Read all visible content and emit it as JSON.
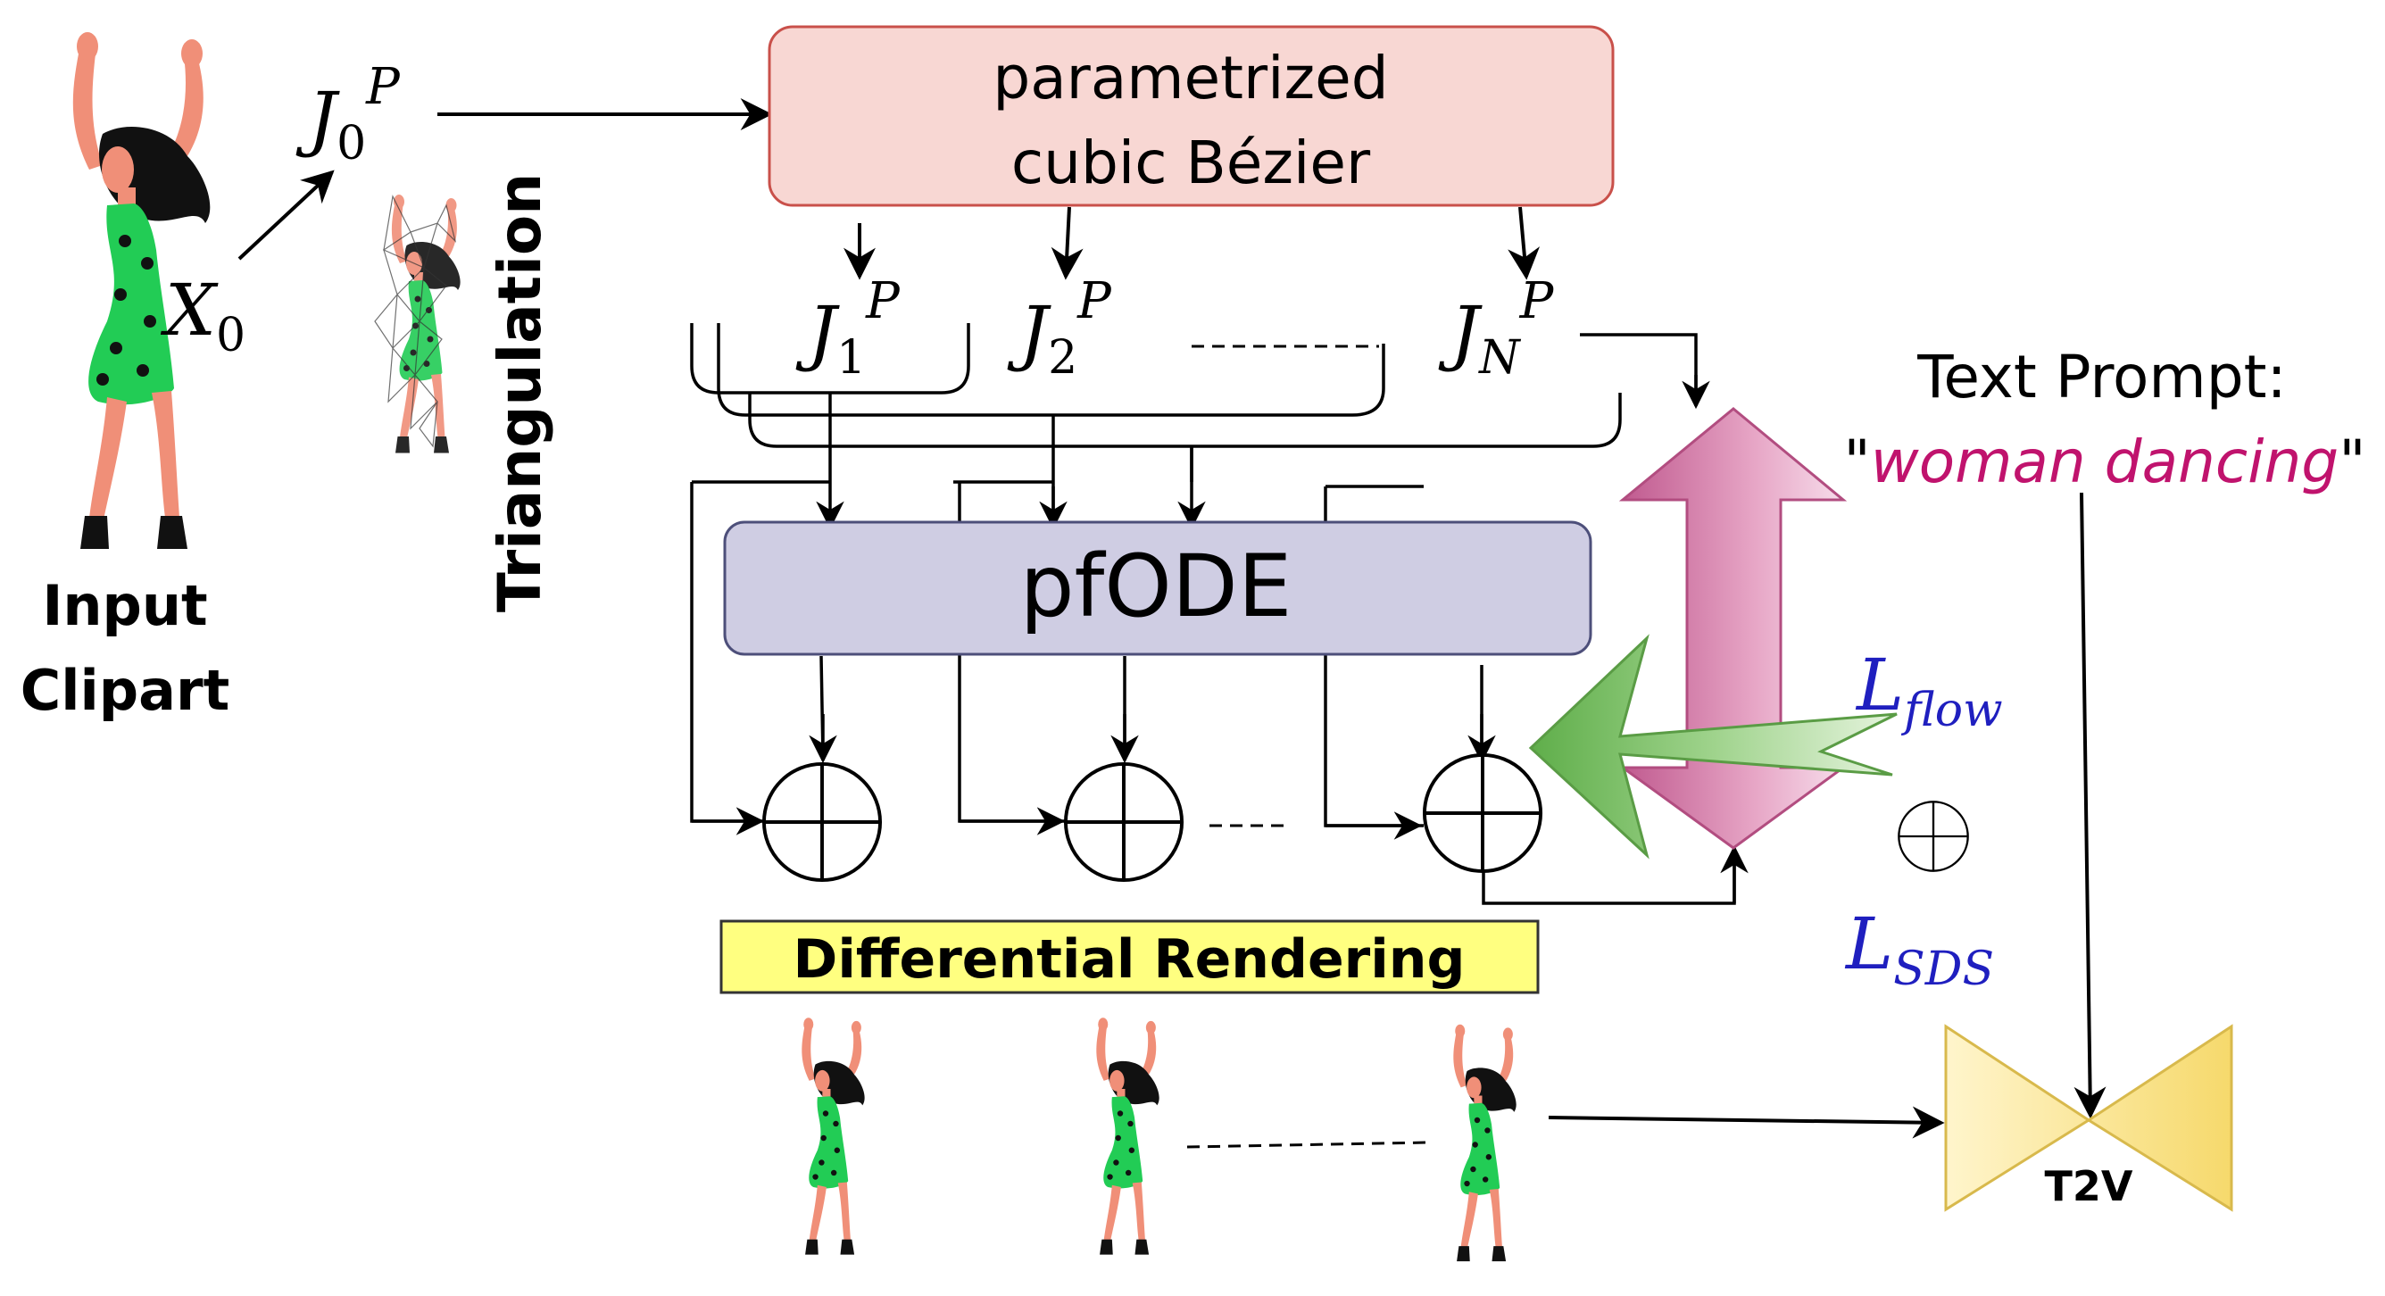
{
  "labels": {
    "input_line1": "Input",
    "input_line2": "Clipart",
    "x0_main": "X",
    "x0_sub": "0",
    "j0_main": "J",
    "j0_sub": "0",
    "j0_sup": "P",
    "triangulation": "Triangulation",
    "bezier_line1": "parametrized",
    "bezier_line2": "cubic Bézier",
    "j1_main": "J",
    "j1_sub": "1",
    "j1_sup": "P",
    "j2_main": "J",
    "j2_sub": "2",
    "j2_sup": "P",
    "jn_main": "J",
    "jn_sub": "N",
    "jn_sup": "P",
    "pfode": "pfODE",
    "diff_render": "Differential Rendering",
    "text_prompt_label": "Text Prompt:",
    "prompt_open_quote": "\"",
    "prompt_text": "woman dancing",
    "prompt_close_quote": "\"",
    "lflow_main": "L",
    "lflow_sub": "flow",
    "lsds_main": "L",
    "lsds_sub": "SDS",
    "t2v": "T2V"
  },
  "colors": {
    "bezier_fill": "#f8d7d3",
    "bezier_stroke": "#c9504a",
    "pfode_fill": "#cfcde3",
    "pfode_stroke": "#4d4f7a",
    "render_fill": "#ffff80",
    "prompt_text": "#c0136d",
    "loss_text": "#1f1fbf",
    "pink_arrow": "#cc6f9d",
    "green_arrow": "#7fbf6a",
    "t2v_fill": "#fbe89a",
    "t2v_stroke": "#d8b94c",
    "dress": "#22cc55",
    "skin": "#f08f78",
    "hair": "#111111"
  },
  "icons": {
    "dancer": "dancer-figure-icon",
    "mesh": "triangulated-mesh-icon",
    "oplus": "circled-plus-icon"
  }
}
